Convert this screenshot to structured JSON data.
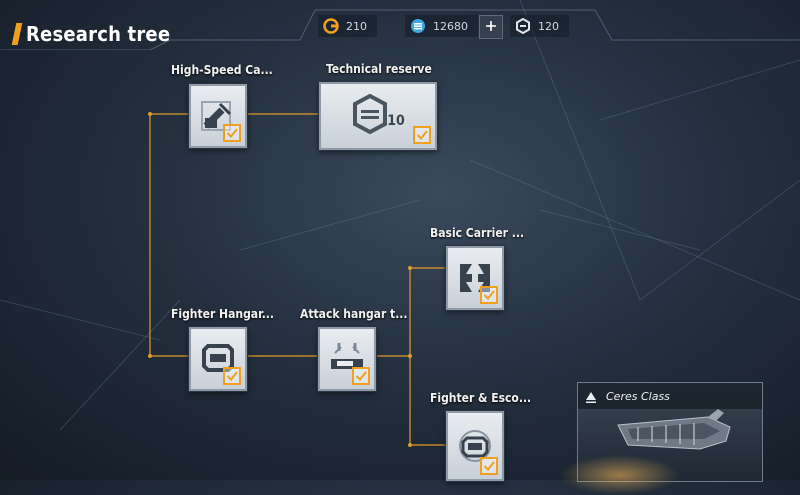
{
  "header": {
    "title": "Research tree",
    "resources": [
      {
        "icon": "gold-coin-icon",
        "value": "210"
      },
      {
        "icon": "energy-icon",
        "value": "12680"
      },
      {
        "icon": "plus-icon",
        "value": ""
      },
      {
        "icon": "parts-icon",
        "value": "120"
      }
    ]
  },
  "nodes": [
    {
      "id": "high-speed",
      "label": "High-Speed Ca...",
      "icon": "cannon-icon",
      "checked": true
    },
    {
      "id": "technical-reserve",
      "label": "Technical reserve",
      "icon": "tech-reserve-icon",
      "count": "10",
      "checked": true
    },
    {
      "id": "basic-carrier",
      "label": "Basic Carrier ...",
      "icon": "carrier-icon",
      "checked": true
    },
    {
      "id": "fighter-hangar",
      "label": "Fighter Hangar...",
      "icon": "hangar-icon",
      "checked": true
    },
    {
      "id": "attack-hangar",
      "label": "Attack hangar t...",
      "icon": "attack-hangar-icon",
      "checked": true
    },
    {
      "id": "fighter-escort",
      "label": "Fighter & Esco...",
      "icon": "escort-icon",
      "checked": true
    }
  ],
  "ship": {
    "name": "Ceres Class",
    "icon": "rank-triangle-icon"
  },
  "colors": {
    "accent": "#f0a020",
    "wire": "#e09a2a",
    "card": "#dfe4ea"
  }
}
